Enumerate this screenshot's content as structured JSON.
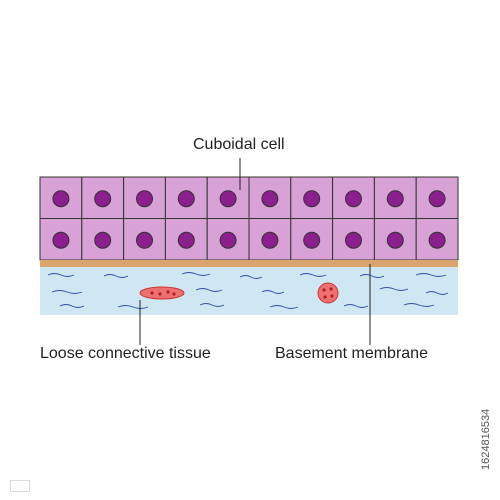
{
  "labels": {
    "cuboidal_cell": "Cuboidal cell",
    "loose_connective_tissue": "Loose connective tissue",
    "basement_membrane": "Basement membrane"
  },
  "stock_id": "1624816534",
  "epithelium": {
    "rows": 2,
    "columns": 10
  },
  "colors": {
    "cell_fill": "#d9a2d6",
    "cell_border": "#333333",
    "nucleus_fill": "#8b1f8d",
    "basement_membrane": "#d8a56c",
    "connective_tissue": "#cfe6f3",
    "fiber": "#2f4fa6",
    "blood_cell": "#ee7070"
  },
  "icons": {
    "watermark": "stock-watermark-logo"
  }
}
